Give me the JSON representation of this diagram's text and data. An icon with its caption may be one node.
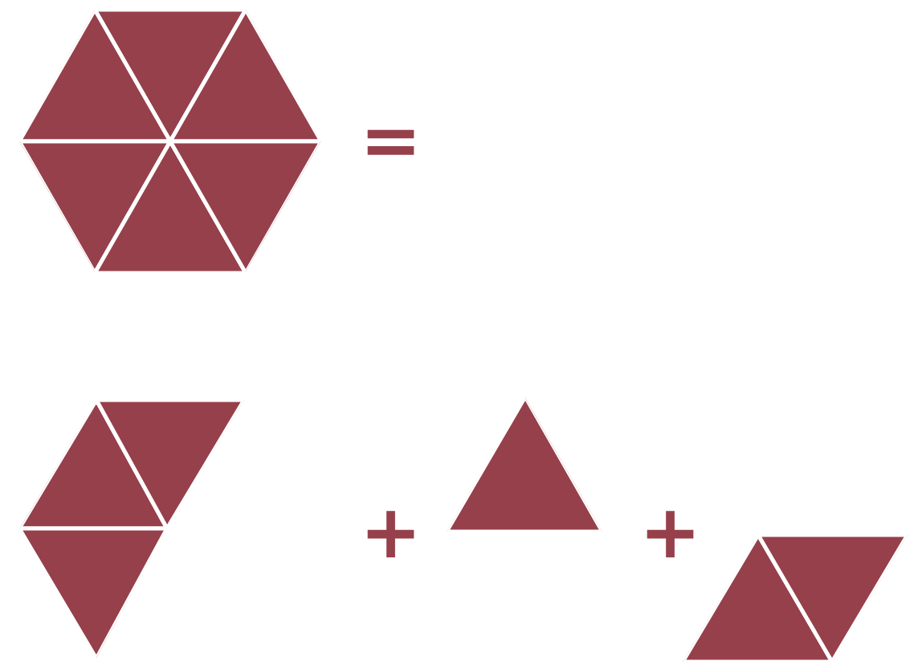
{
  "diagram": {
    "nodes": [
      {
        "text": [],
        "shape": "hexagon"
      },
      {
        "text": [],
        "shape": "pentagon"
      },
      {
        "text": [],
        "shape": "triangle"
      },
      {
        "text": [],
        "shape": "rhombus"
      }
    ],
    "edges": [],
    "labels": [
      "=",
      "+",
      "+"
    ]
  }
}
